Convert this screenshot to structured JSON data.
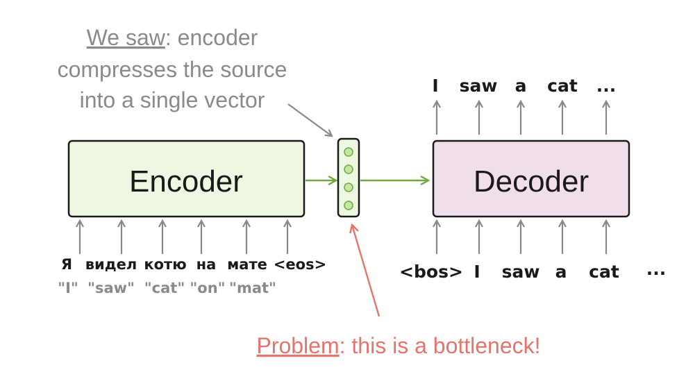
{
  "note_top": {
    "lead": "We saw",
    "line1_rest": ": encoder",
    "line2": "compresses the source",
    "line3": "into a single vector"
  },
  "encoder": {
    "label": "Encoder",
    "input_tokens": [
      "Я",
      "видел",
      "котю",
      "на",
      "мате",
      "<eos>"
    ],
    "translations": [
      "\"I\"",
      "\"saw\"",
      "\"cat\"",
      "\"on\"",
      "\"mat\""
    ]
  },
  "decoder": {
    "label": "Decoder",
    "output_tokens": [
      "I",
      "saw",
      "a",
      "cat",
      "..."
    ],
    "input_tokens": [
      "<bos>",
      "I",
      "saw",
      "a",
      "cat",
      "..."
    ]
  },
  "note_bottom": {
    "lead": "Problem",
    "rest": ": this is a bottleneck!"
  },
  "colors": {
    "gray_text": "#8a8a8a",
    "gray_arrow": "#888888",
    "green_arrow": "#6fa83f",
    "encoder_fill": "#eef7e2",
    "decoder_fill": "#f0dfeb",
    "vector_fill": "#eef7e2",
    "vector_dot": "#c6e6a4",
    "vector_dot_stroke": "#6fa83f",
    "red": "#e8736b",
    "box_stroke": "#1a1a1a"
  }
}
